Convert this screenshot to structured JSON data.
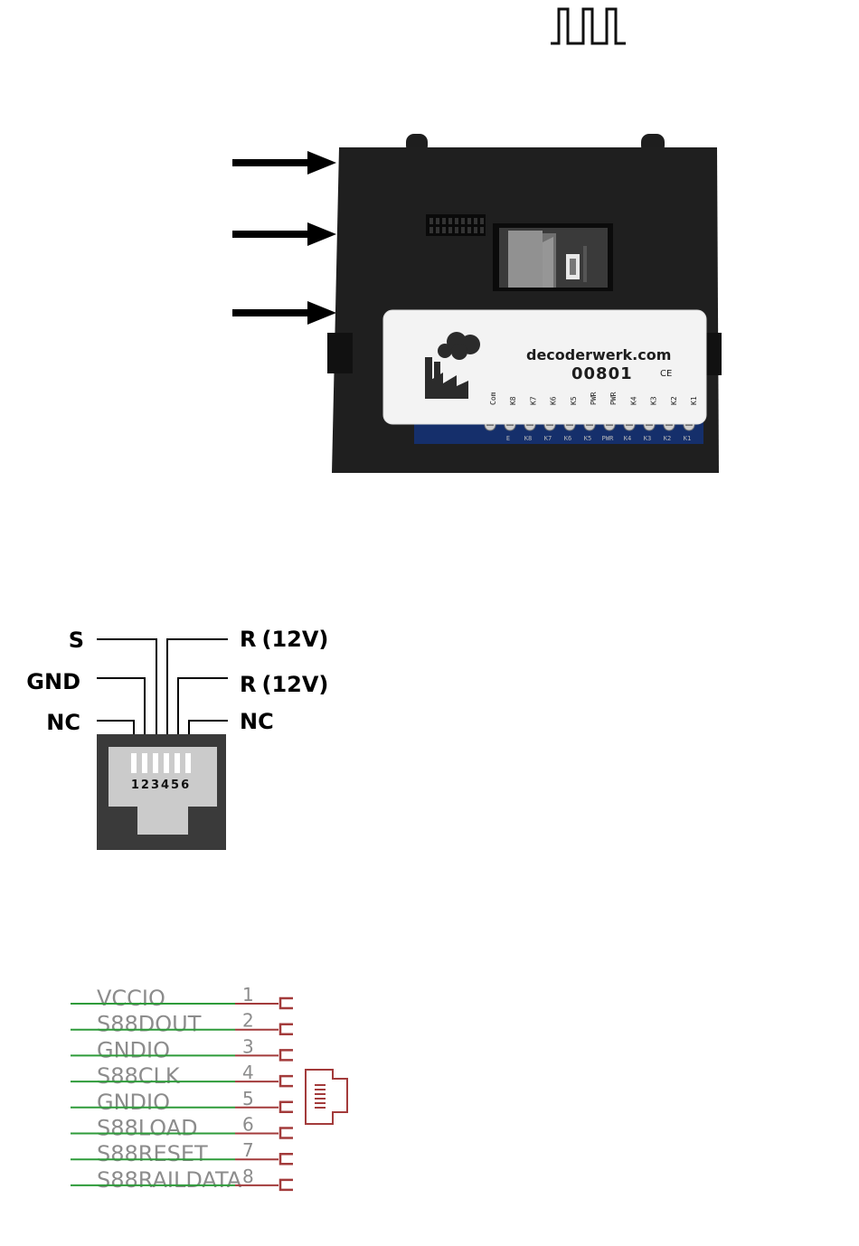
{
  "header": {
    "icon": "square-wave-icon"
  },
  "device": {
    "brand": "decoderwerk.com",
    "serial": "00801",
    "mark": "CE",
    "terminal_labels": [
      "Com",
      "K8",
      "K7",
      "K6",
      "K5",
      "PWR",
      "PWR",
      "K4",
      "K3",
      "K2",
      "K1"
    ],
    "terminal_labels_bottom": [
      "E",
      "K8",
      "K7",
      "K6",
      "K5",
      "PWR",
      "K4",
      "K3",
      "K2",
      "K1"
    ]
  },
  "rj_pinout": {
    "left": [
      "S",
      "GND",
      "NC"
    ],
    "right": [
      {
        "main": "R",
        "note": "(12V)"
      },
      {
        "main": "R",
        "note": "(12V)"
      },
      {
        "main": "NC",
        "note": ""
      }
    ],
    "pin_numbers": "123456"
  },
  "schematic": {
    "nets": [
      {
        "name": "VCCIO",
        "pin": "1"
      },
      {
        "name": "S88DOUT",
        "pin": "2"
      },
      {
        "name": "GNDIO",
        "pin": "3"
      },
      {
        "name": "S88CLK",
        "pin": "4"
      },
      {
        "name": "GNDIO",
        "pin": "5"
      },
      {
        "name": "S88LOAD",
        "pin": "6"
      },
      {
        "name": "S88RESET",
        "pin": "7"
      },
      {
        "name": "S88RAILDATA",
        "pin": "8"
      }
    ],
    "colors": {
      "wire": "#2e9b3a",
      "pin": "#a33b3b",
      "text": "#8c8c8c"
    }
  }
}
